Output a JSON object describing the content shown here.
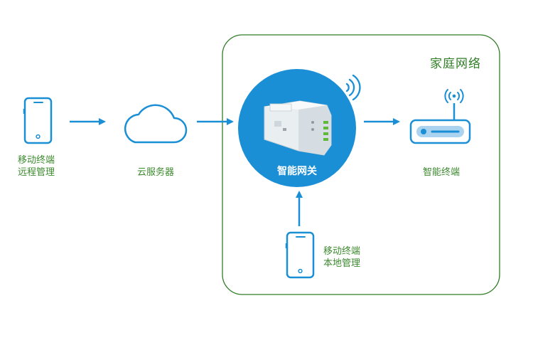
{
  "home_network": {
    "title": "家庭网络"
  },
  "remote_mobile": {
    "line1": "移动终端",
    "line2": "远程管理"
  },
  "cloud": {
    "label": "云服务器"
  },
  "gateway": {
    "label": "智能网关"
  },
  "terminal": {
    "label": "智能终端"
  },
  "local_mobile": {
    "line1": "移动终端",
    "line2": "本地管理"
  },
  "colors": {
    "blue": "#1a8fd6",
    "green": "#3c8a2e",
    "border": "#2f7d25"
  },
  "icons": [
    "phone-icon",
    "cloud-icon",
    "gateway-device-icon",
    "wifi-icon",
    "router-icon"
  ]
}
